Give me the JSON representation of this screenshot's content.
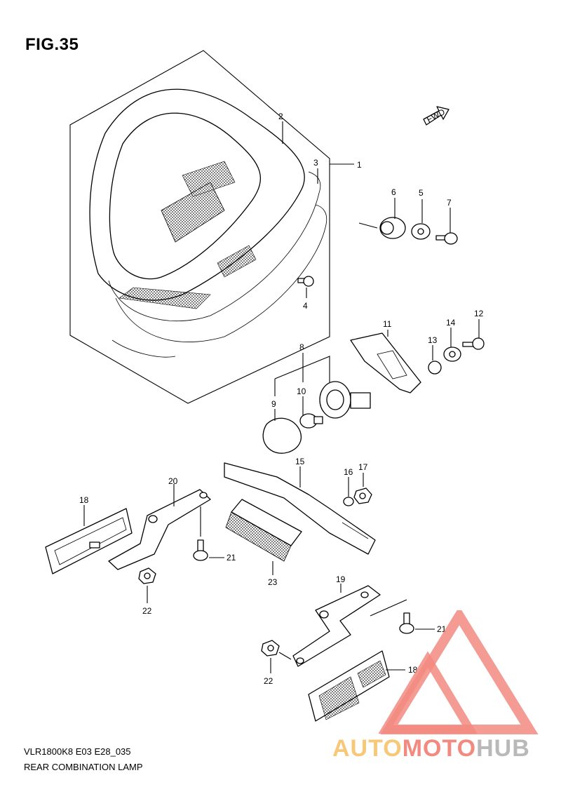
{
  "figure": {
    "title": "FIG.35"
  },
  "fwd_label": "FWD",
  "callouts": {
    "c1": "1",
    "c2": "2",
    "c3": "3",
    "c4": "4",
    "c5": "5",
    "c6": "6",
    "c7": "7",
    "c8": "8",
    "c9": "9",
    "c10": "10",
    "c11": "11",
    "c12": "12",
    "c13": "13",
    "c14": "14",
    "c15": "15",
    "c16": "16",
    "c17": "17",
    "c18a": "18",
    "c18b": "18",
    "c19": "19",
    "c20": "20",
    "c21a": "21",
    "c21b": "21",
    "c22a": "22",
    "c22b": "22",
    "c23": "23"
  },
  "footer": {
    "code": "VLR1800K8 E03 E28_035",
    "name": "REAR COMBINATION LAMP"
  },
  "watermark": {
    "part_a": "AUTO",
    "part_b": "MOTO",
    "part_c": "HUB",
    "colors": {
      "auto": "#f7c878",
      "moto": "#f28a80",
      "hub": "#b9b9b9"
    }
  }
}
